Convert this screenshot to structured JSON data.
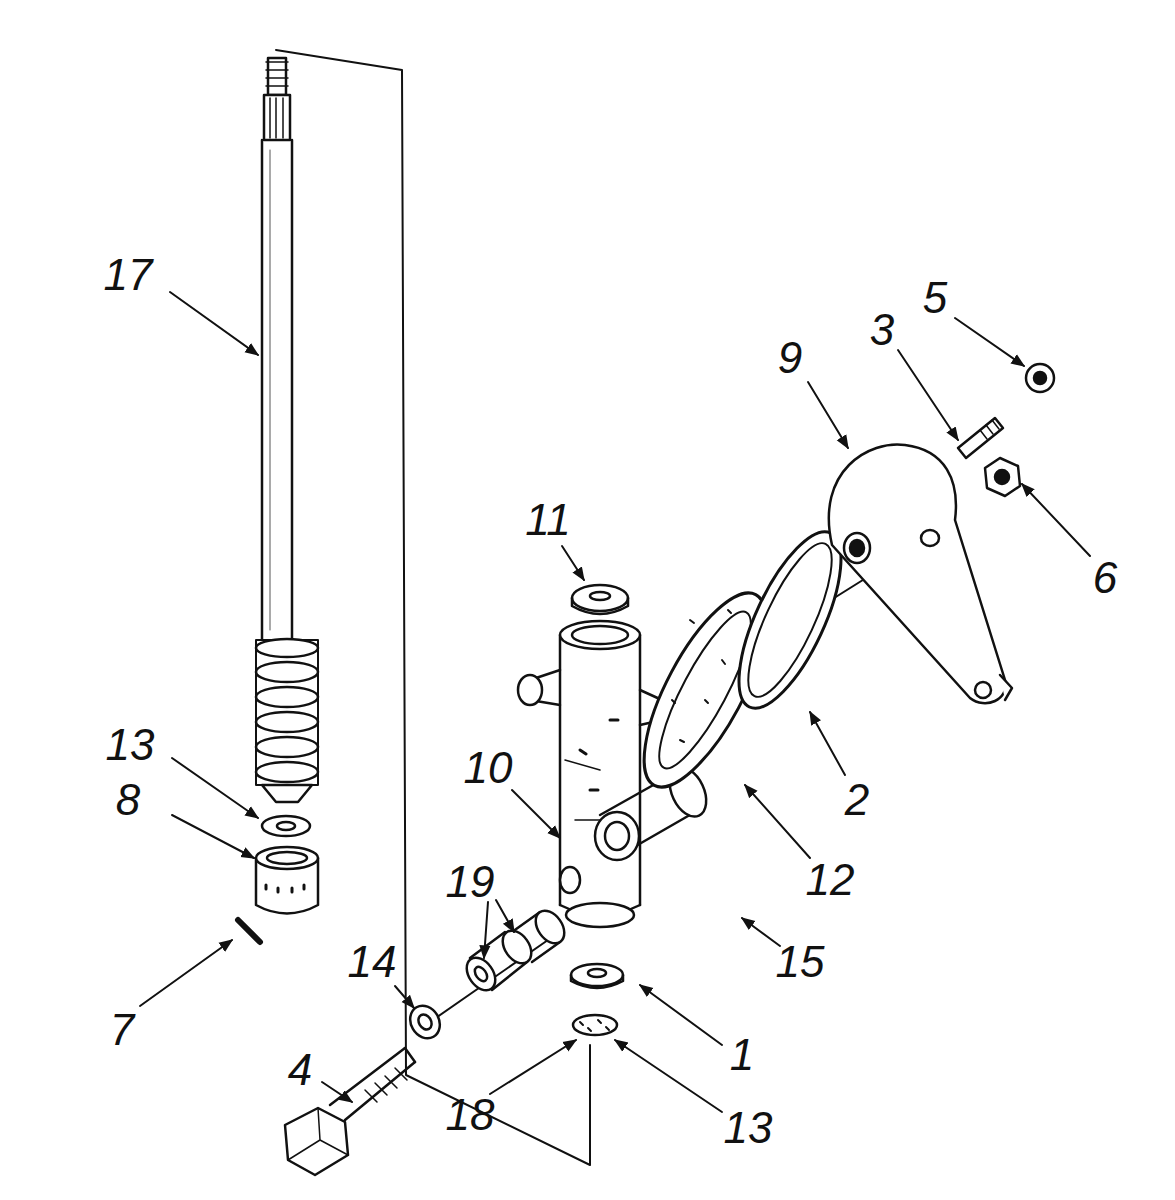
{
  "diagram": {
    "labels": [
      "17",
      "3",
      "5",
      "9",
      "11",
      "6",
      "13",
      "10",
      "8",
      "2",
      "19",
      "12",
      "14",
      "15",
      "7",
      "1",
      "4",
      "18",
      "13"
    ]
  }
}
